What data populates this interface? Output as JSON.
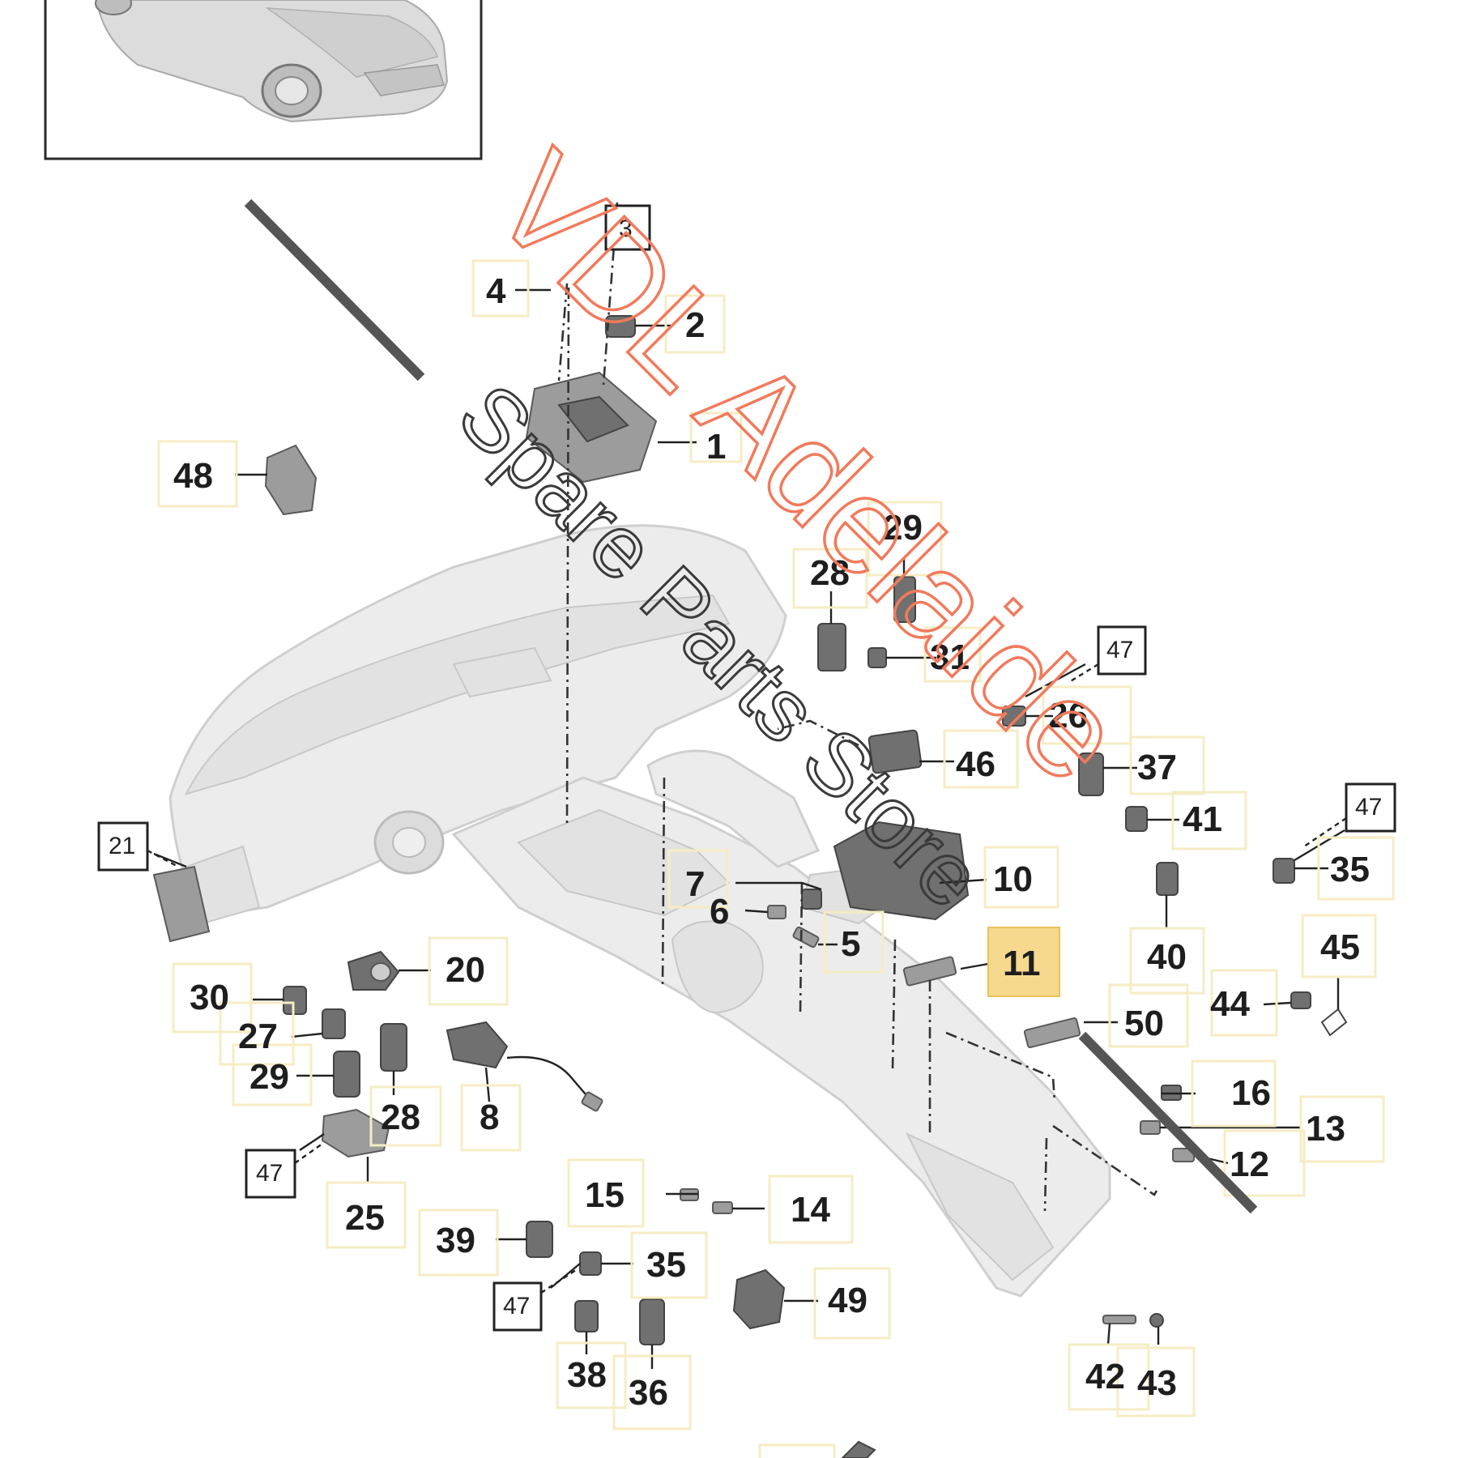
{
  "diagram": {
    "watermark": {
      "line1": "VDL Adelaide",
      "line2": "Spare Parts Store"
    },
    "callouts": {
      "c1": "1",
      "c2": "2",
      "c3": "3",
      "c4": "4",
      "c5": "5",
      "c6": "6",
      "c7": "7",
      "c8": "8",
      "c10": "10",
      "c11": "11",
      "c12": "12",
      "c13": "13",
      "c14": "14",
      "c15": "15",
      "c16": "16",
      "c20": "20",
      "c21": "21",
      "c25": "25",
      "c26": "26",
      "c27": "27",
      "c28a": "28",
      "c28b": "28",
      "c29a": "29",
      "c29b": "29",
      "c30": "30",
      "c31": "31",
      "c35a": "35",
      "c35b": "35",
      "c36": "36",
      "c37": "37",
      "c38": "38",
      "c39": "39",
      "c40": "40",
      "c41": "41",
      "c42": "42",
      "c43": "43",
      "c44": "44",
      "c45": "45",
      "c46": "46",
      "c47a": "47",
      "c47b": "47",
      "c47c": "47",
      "c47d": "47",
      "c48": "48",
      "c49": "49",
      "c50": "50"
    },
    "highlight_color": "#f5d27a",
    "watermark_color": "#f07a5c"
  }
}
